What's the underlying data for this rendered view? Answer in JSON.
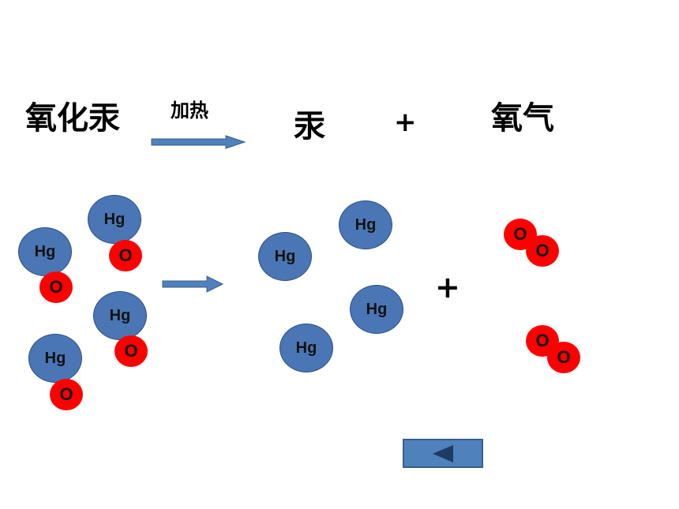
{
  "equation": {
    "reactant": "氧化汞",
    "condition": "加热",
    "product_1": "汞",
    "plus": "+",
    "product_2": "氧气"
  },
  "model": {
    "mercury_symbol": "Hg",
    "oxygen_symbol": "O",
    "plus": "+"
  },
  "colors": {
    "mercury_atom": "#4a76b5",
    "oxygen_atom": "#ff0000",
    "arrow": "#4f81bd",
    "button": "#4f81bd"
  },
  "icons": {
    "back_button": "back-arrow-icon"
  }
}
